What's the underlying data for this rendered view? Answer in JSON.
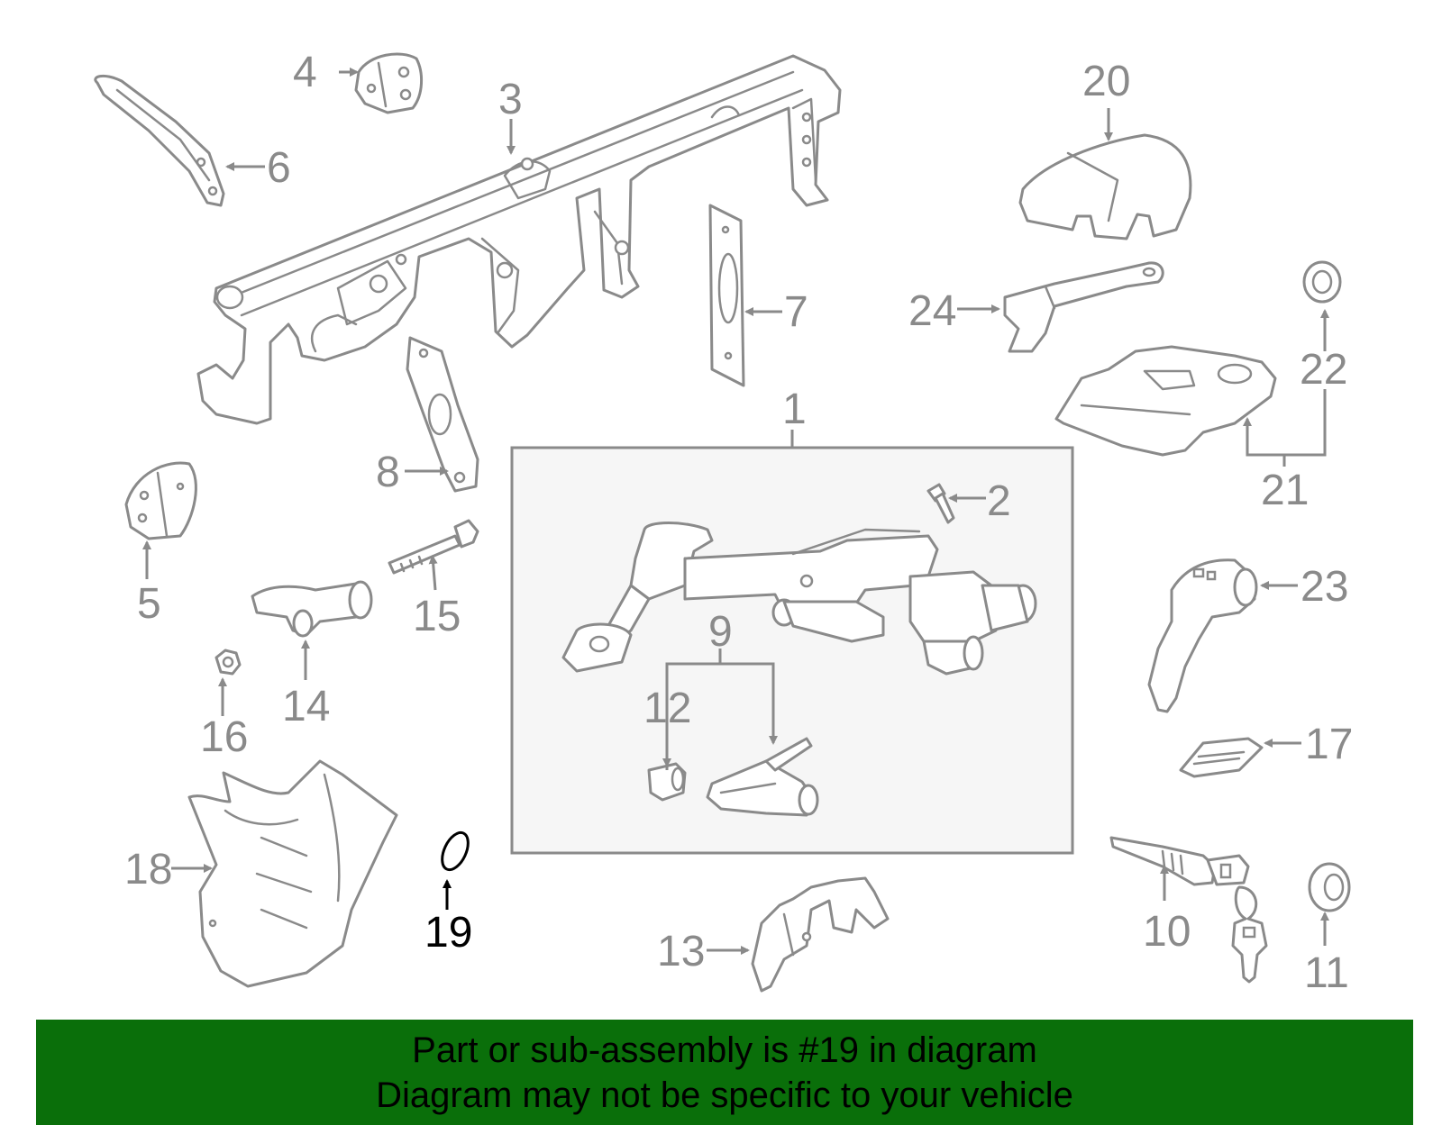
{
  "callouts": {
    "p1": "1",
    "p2": "2",
    "p3": "3",
    "p4": "4",
    "p5": "5",
    "p6": "6",
    "p7": "7",
    "p8": "8",
    "p9": "9",
    "p10": "10",
    "p11": "11",
    "p12": "12",
    "p13": "13",
    "p14": "14",
    "p15": "15",
    "p16": "16",
    "p17": "17",
    "p18": "18",
    "p19": "19",
    "p20": "20",
    "p21": "21",
    "p22": "22",
    "p23": "23",
    "p24": "24"
  },
  "highlighted_part": "19",
  "banner": {
    "line1": "Part or sub-assembly is #19 in diagram",
    "line2": "Diagram may not be specific to your vehicle"
  },
  "colors": {
    "banner_bg": "#0a6f0a",
    "part_stroke": "#8a8a8a",
    "highlight": "#000000"
  }
}
